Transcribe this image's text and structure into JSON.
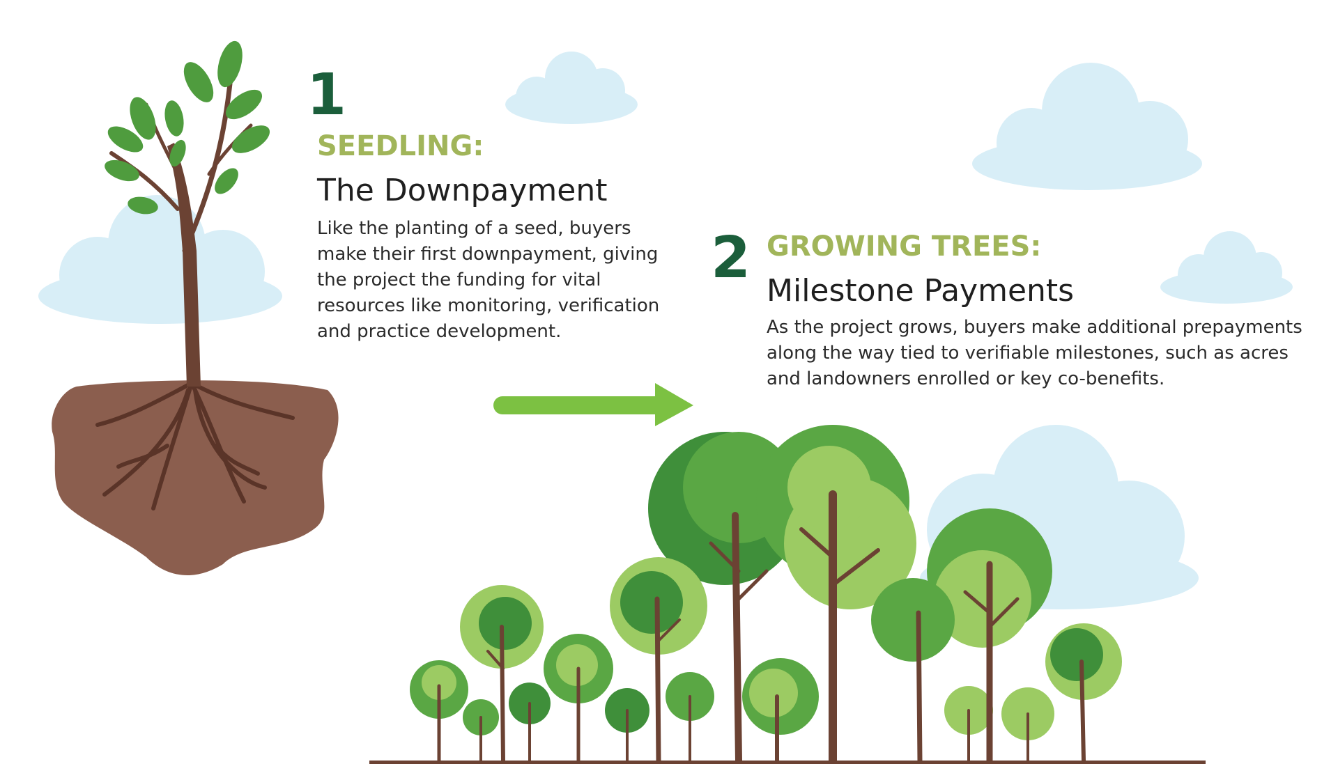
{
  "steps": [
    {
      "number": "1",
      "heading": "SEEDLING:",
      "subtitle": "The Downpayment",
      "body": "Like the planting of a seed, buyers make their first downpayment, giving the project the funding for vital resources like monitoring, verification and practice development."
    },
    {
      "number": "2",
      "heading": "GROWING TREES:",
      "subtitle": "Milestone Payments",
      "body": "As the project grows, buyers make additional prepayments along the way tied to verifiable milestones, such as acres and landowners enrolled or key co-benefits."
    }
  ],
  "colors": {
    "number": "#1b5e3b",
    "heading": "#a1b55a",
    "arrow": "#7cc142",
    "soil": "#8b5e4e",
    "trunk": "#6b4233",
    "cloud": "#d8eef7",
    "leaf_dark": "#3f8f3a",
    "leaf_mid": "#5aa744",
    "leaf_light": "#9ccb63"
  }
}
